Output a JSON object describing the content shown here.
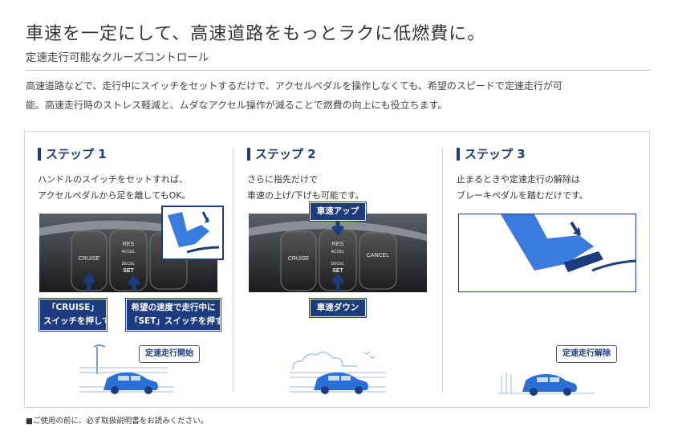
{
  "header": {
    "title": "車速を一定にして、高速道路をもっとラクに低燃費に。",
    "subtitle": "定速走行可能なクルーズコントロール",
    "lead_line1": "高速道路などで、走行中にスイッチをセットするだけで、アクセルペダルを操作しなくても、希望のスピードで定速走行が可",
    "lead_line2": "能。高速走行時のストレス軽減と、ムダなアクセル操作が減ることで燃費の向上にも役立ちます。"
  },
  "steps": [
    {
      "title": "ステップ 1",
      "desc1": "ハンドルのスイッチをセットすれば、",
      "desc2": "アクセルペダルから足を離してもOK。",
      "buttons": {
        "cruise": "CRUISE",
        "res": "RES",
        "accel": "ACCEL",
        "decel": "DECEL",
        "set": "SET"
      },
      "callout_left_1": "「CRUISE」",
      "callout_left_2": "スイッチを押して",
      "callout_right_1": "希望の速度で走行中に",
      "callout_right_2": "「SET」スイッチを押す",
      "bubble": "定速走行開始"
    },
    {
      "title": "ステップ 2",
      "desc1": "さらに指先だけで",
      "desc2": "車速の上げ/下げも可能です。",
      "buttons": {
        "cruise": "CRUISE",
        "res": "RES",
        "accel": "ACCEL",
        "decel": "DECEL",
        "set": "SET",
        "cancel": "CANCEL"
      },
      "callout_up": "車速アップ",
      "callout_down": "車速ダウン"
    },
    {
      "title": "ステップ 3",
      "desc1": "止まるときや定速走行の解除は",
      "desc2": "ブレーキペダルを踏むだけです。",
      "bubble": "定速走行解除"
    }
  ],
  "footer": {
    "note": "■ご使用の前に、必ず取扱説明書をお読みください。"
  },
  "colors": {
    "accent": "#1d3c80",
    "car": "#2a6fd6",
    "pedal": "#3a7be0"
  }
}
